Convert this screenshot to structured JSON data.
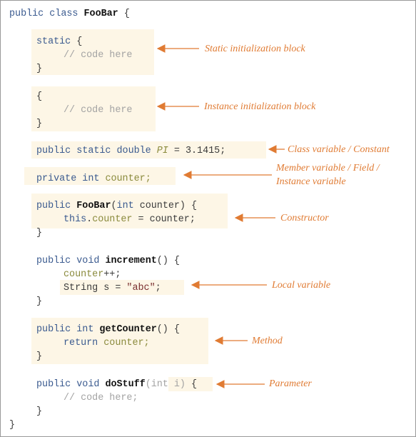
{
  "code": {
    "class_header": {
      "public": "public",
      "class_kw": "class",
      "class_name": "FooBar",
      "open_brace": "{"
    },
    "static_block": {
      "keyword": "static",
      "open_brace": "{",
      "comment": "// code here",
      "close_brace": "}"
    },
    "instance_block": {
      "open_brace": "{",
      "comment": "// code here",
      "close_brace": "}"
    },
    "constant_decl": {
      "modifiers": "public static double",
      "name": "PI",
      "assign": "=",
      "value": "3.1415;"
    },
    "field_decl": {
      "modifiers": "private int",
      "name": "counter;"
    },
    "constructor": {
      "public": "public",
      "name": "FooBar",
      "open_paren": "(",
      "param_type": "int",
      "param_rest": "counter) {",
      "this_kw": "this",
      "dot": ".",
      "field": "counter",
      "assign_rest": "= counter;",
      "close_brace": "}"
    },
    "increment": {
      "modifiers": "public void",
      "name": "increment",
      "parens": "() {",
      "stmt1_var": "counter",
      "stmt1_op": "++;",
      "stmt2_type": "String",
      "stmt2_mid": "s =",
      "stmt2_value": "\"abc\"",
      "stmt2_end": ";",
      "close_brace": "}"
    },
    "get_counter": {
      "modifiers": "public int",
      "name": "getCounter",
      "parens": "() {",
      "return_kw": "return",
      "return_val": "counter;",
      "close_brace": "}"
    },
    "do_stuff": {
      "modifiers": "public void",
      "name": "doStuff",
      "param": "(int i)",
      "open_brace": "{",
      "comment": "// code here;",
      "close_brace": "}"
    },
    "class_close": "}"
  },
  "labels": {
    "static_init": "Static initialization block",
    "instance_init": "Instance initialization block",
    "class_variable": "Class variable / Constant",
    "member_variable_line1": "Member variable / Field /",
    "member_variable_line2": "Instance variable",
    "constructor": "Constructor",
    "local_variable": "Local variable",
    "method": "Method",
    "parameter": "Parameter"
  },
  "colors": {
    "label": "#e07b33",
    "arrow": "#e07b33",
    "highlight": "#fdf6e6",
    "keyword": "#3a5a8f",
    "field": "#8a8a3c",
    "comment": "#a3a3a3",
    "string": "#7a2f2f",
    "border": "#9a9a9a"
  }
}
